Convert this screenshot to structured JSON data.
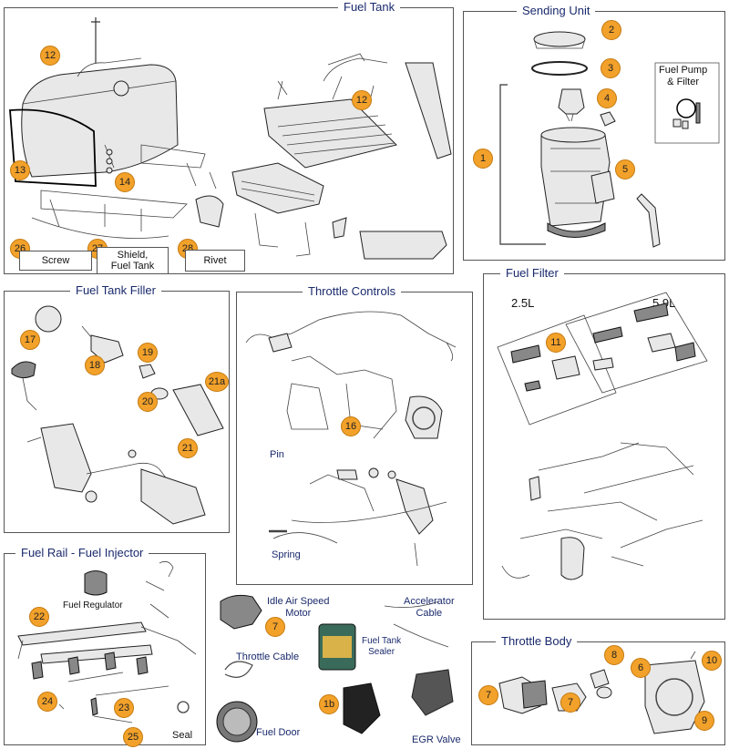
{
  "panels": {
    "fuel_tank": {
      "title": "Fuel Tank",
      "badges": [
        "12",
        "12",
        "13",
        "14",
        "26",
        "27",
        "28"
      ],
      "labels": {
        "screw": "Screw",
        "shield": "Shield,\nFuel Tank",
        "rivet": "Rivet"
      }
    },
    "sending_unit": {
      "title": "Sending Unit",
      "badges": [
        "2",
        "3",
        "4",
        "1",
        "5"
      ],
      "labels": {
        "fuel_pump": "Fuel Pump\n& Filter"
      }
    },
    "fuel_tank_filler": {
      "title": "Fuel Tank Filler",
      "badges": [
        "17",
        "18",
        "19",
        "20",
        "21a",
        "21"
      ]
    },
    "throttle_controls": {
      "title": "Throttle Controls",
      "badges": [
        "16"
      ],
      "labels": {
        "pin": "Pin",
        "spring": "Spring"
      }
    },
    "fuel_filter": {
      "title": "Fuel Filter",
      "badges": [
        "11"
      ],
      "labels": {
        "l25": "2.5L",
        "l59": "5.9L"
      }
    },
    "fuel_rail": {
      "title": "Fuel Rail - Fuel Injector",
      "badges": [
        "22",
        "24",
        "23",
        "25"
      ],
      "labels": {
        "regulator": "Fuel Regulator",
        "seal": "Seal"
      }
    },
    "misc": {
      "badges": [
        "7",
        "1b"
      ],
      "labels": {
        "idle_air": "Idle Air Speed\nMotor",
        "accel_cable": "Accelerator\nCable",
        "tank_sealer": "Fuel Tank\nSealer",
        "throttle_cable": "Throttle Cable",
        "fuel_door": "Fuel Door",
        "egr": "EGR Valve"
      }
    },
    "throttle_body": {
      "title": "Throttle Body",
      "badges": [
        "8",
        "10",
        "6",
        "7",
        "7",
        "9"
      ]
    }
  },
  "colors": {
    "badge": "#f2a12a",
    "title_text": "#1a2a6c",
    "border": "#555555"
  }
}
